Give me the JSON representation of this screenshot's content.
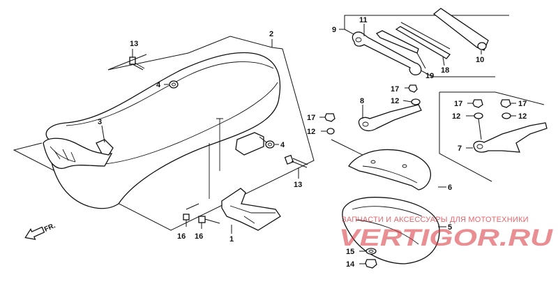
{
  "diagram": {
    "labels": {
      "l1": "1",
      "l2": "2",
      "l3": "3",
      "l4a": "4",
      "l4b": "4",
      "l5": "5",
      "l6": "6",
      "l7": "7",
      "l8": "8",
      "l9": "9",
      "l10": "10",
      "l11": "11",
      "l12a": "12",
      "l12b": "12",
      "l12c": "12",
      "l12d": "12",
      "l13a": "13",
      "l13b": "13",
      "l14": "14",
      "l15": "15",
      "l16a": "16",
      "l16b": "16",
      "l17a": "17",
      "l17b": "17",
      "l17c": "17",
      "l17d": "17",
      "l18": "18",
      "l19": "19"
    },
    "direction_marker": "FR.",
    "watermark": {
      "caption": "ЗАПЧАСТИ И АКСЕССУАРЫ ДЛЯ МОТОТЕХНИКИ",
      "logo": "VERTIGOR.RU"
    }
  }
}
